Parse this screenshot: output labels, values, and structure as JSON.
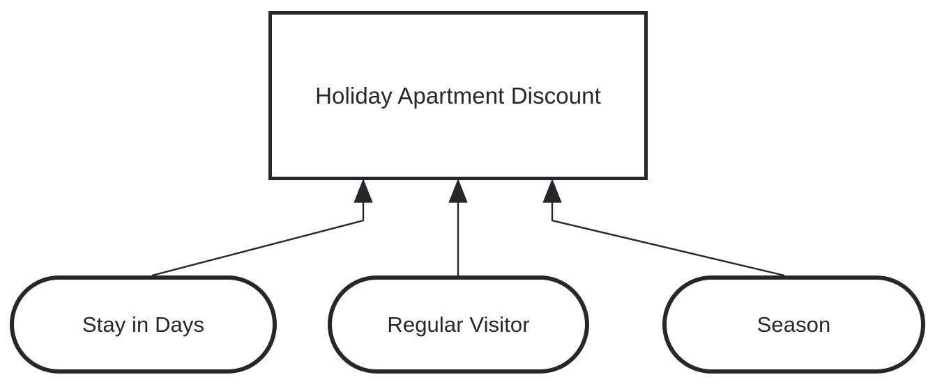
{
  "diagram": {
    "type": "decision-requirements-diagram",
    "stroke_color": "#26262b",
    "fill_color": "#ffffff",
    "text_color": "#26262b",
    "decision": {
      "id": "holiday-apartment-discount",
      "label": "Holiday Apartment Discount",
      "shape": "rectangle"
    },
    "inputs": [
      {
        "id": "stay-in-days",
        "label": "Stay in Days",
        "shape": "stadium"
      },
      {
        "id": "regular-visitor",
        "label": "Regular Visitor",
        "shape": "stadium"
      },
      {
        "id": "season",
        "label": "Season",
        "shape": "stadium"
      }
    ],
    "connections": [
      {
        "from": "stay-in-days",
        "to": "holiday-apartment-discount",
        "arrowhead": "filled-triangle"
      },
      {
        "from": "regular-visitor",
        "to": "holiday-apartment-discount",
        "arrowhead": "filled-triangle"
      },
      {
        "from": "season",
        "to": "holiday-apartment-discount",
        "arrowhead": "filled-triangle"
      }
    ]
  }
}
